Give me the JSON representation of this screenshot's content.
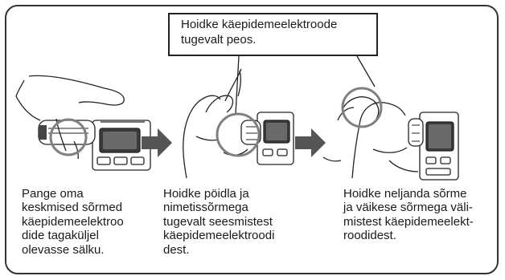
{
  "callout": {
    "lines": [
      "Hoidke käepidemeelektroode",
      "tugevalt peos."
    ]
  },
  "steps": [
    {
      "lines": [
        "Pange oma",
        "keskmised sõrmed",
        "käepidemeelektroo",
        "dide tagaküljel",
        "olevasse sälku."
      ]
    },
    {
      "lines": [
        "Hoidke pöidla ja",
        "nimetissõrmega",
        "tugevalt seesmistest",
        "käepidemeelektroodi",
        "dest."
      ]
    },
    {
      "lines": [
        "Hoidke neljanda sõrme",
        "ja väikese sõrmega väli-",
        "mistest käepidemeelekt-",
        "roodidest."
      ]
    }
  ],
  "colors": {
    "line": "#222222",
    "arrow": "#555555",
    "highlight": "#808080",
    "device": "#3a3a3a"
  },
  "icons": [
    "right-arrow-icon",
    "right-arrow-icon"
  ]
}
